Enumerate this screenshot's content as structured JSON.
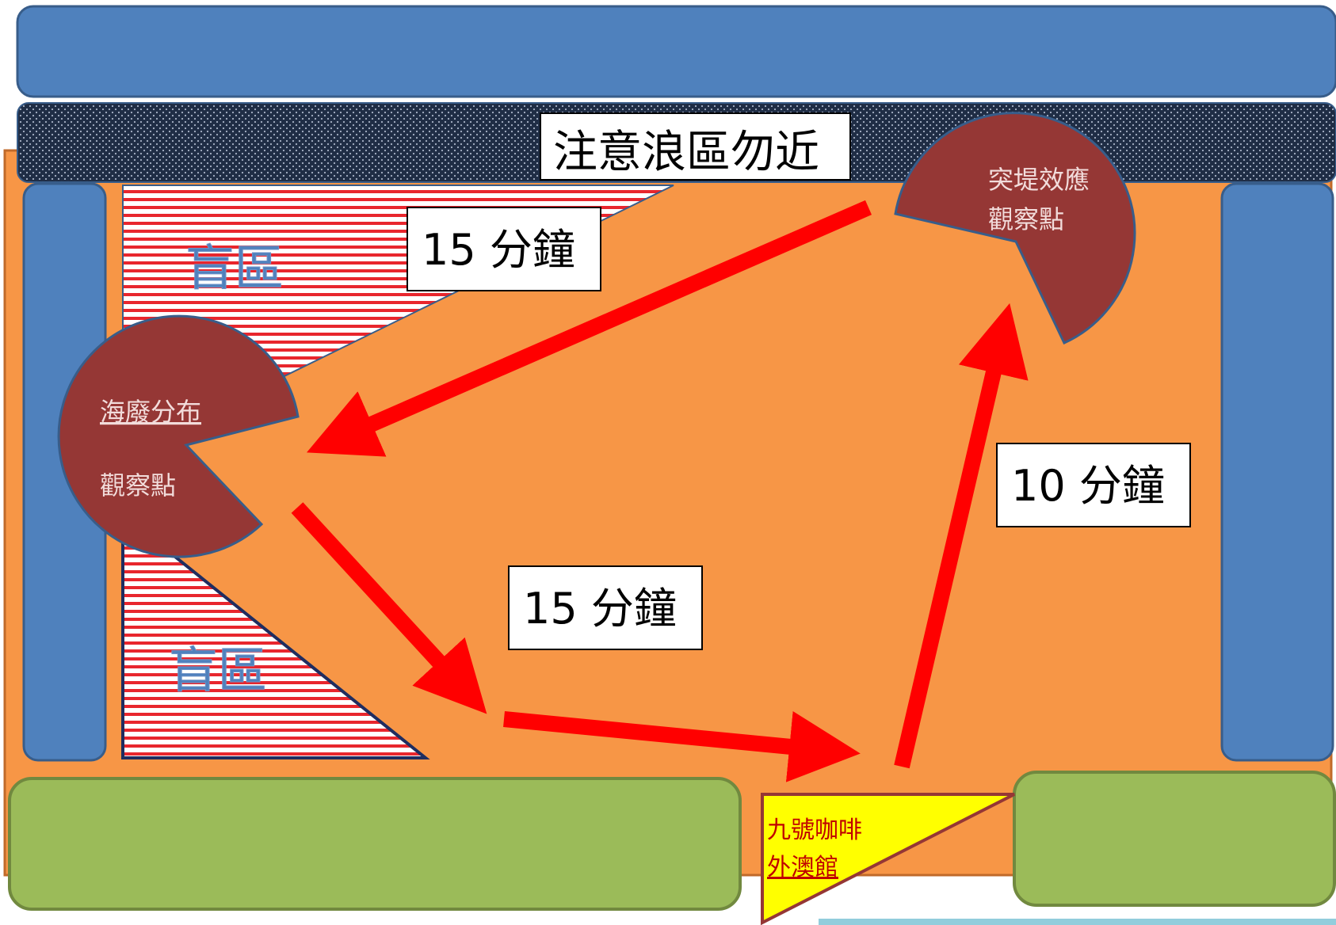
{
  "labels": {
    "warning": "注意浪區勿近",
    "blind_zone_top": "盲區",
    "blind_zone_bottom": "盲區",
    "marine_debris_line1": "海廢分布",
    "marine_debris_line2": "觀察點",
    "jetty_effect_line1": "突堤效應",
    "jetty_effect_line2": "觀察點",
    "cafe_line1": "九號咖啡",
    "cafe_line2": "外澳館",
    "time_top": "15 分鐘",
    "time_middle": "15 分鐘",
    "time_right": "10 分鐘"
  },
  "colors": {
    "sea_blue": "#4f81bd",
    "sand_orange": "#f79646",
    "land_green": "#9bbb59",
    "observation_maroon": "#953735",
    "route_red": "#ff0000",
    "cafe_yellow": "#ffff00",
    "wave_zone_dark": "#1f2d45"
  }
}
